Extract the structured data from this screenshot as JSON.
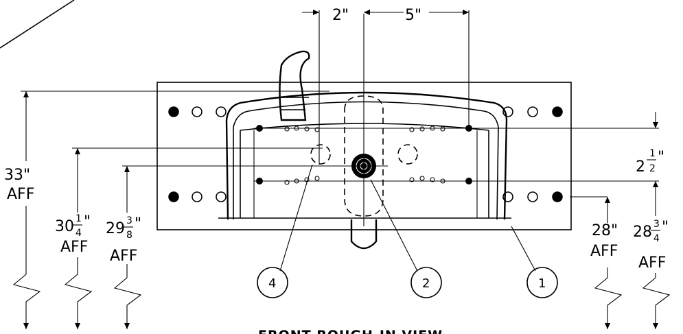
{
  "dimensions": {
    "d_2in": "2\"",
    "d_5in": "5\"",
    "d_2half_whole": "2",
    "d_2half_num": "1",
    "d_2half_den": "2",
    "d_2half_unit": "\"",
    "d_33": "33\"",
    "d_33_aff": "AFF",
    "d_30_whole": "30",
    "d_30_num": "1",
    "d_30_den": "4",
    "d_30_unit": "\"",
    "d_30_aff": "AFF",
    "d_29_whole": "29",
    "d_29_num": "3",
    "d_29_den": "8",
    "d_29_unit": "\"",
    "d_29_aff": "AFF",
    "d_28": "28\"",
    "d_28_aff": "AFF",
    "d_28b_whole": "28",
    "d_28b_num": "3",
    "d_28b_den": "4",
    "d_28b_unit": "\"",
    "d_28b_aff": "AFF"
  },
  "callouts": [
    "4",
    "2",
    "1"
  ],
  "title": "FRONT ROUGH-IN VIEW"
}
